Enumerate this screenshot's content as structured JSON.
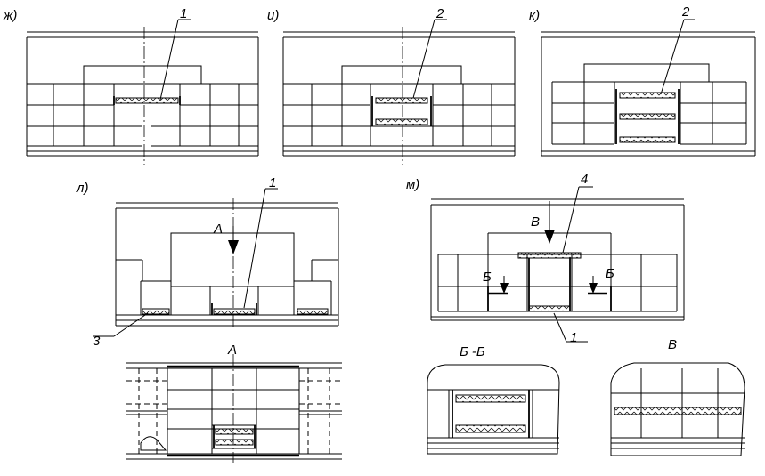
{
  "panels": {
    "zh": "ж)",
    "i": "и)",
    "k": "к)",
    "l": "л)",
    "m": "м)"
  },
  "callouts": {
    "zh": "1",
    "i": "2",
    "k": "2",
    "l_top": "1",
    "l_bottom": "3",
    "m_top": "4",
    "m_bottom": "1"
  },
  "views": {
    "a_arrow": "А",
    "a_view": "А",
    "v_arrow": "В",
    "b_left": "Б",
    "b_right": "Б",
    "section_bb": "Б -Б",
    "view_v": "В"
  }
}
